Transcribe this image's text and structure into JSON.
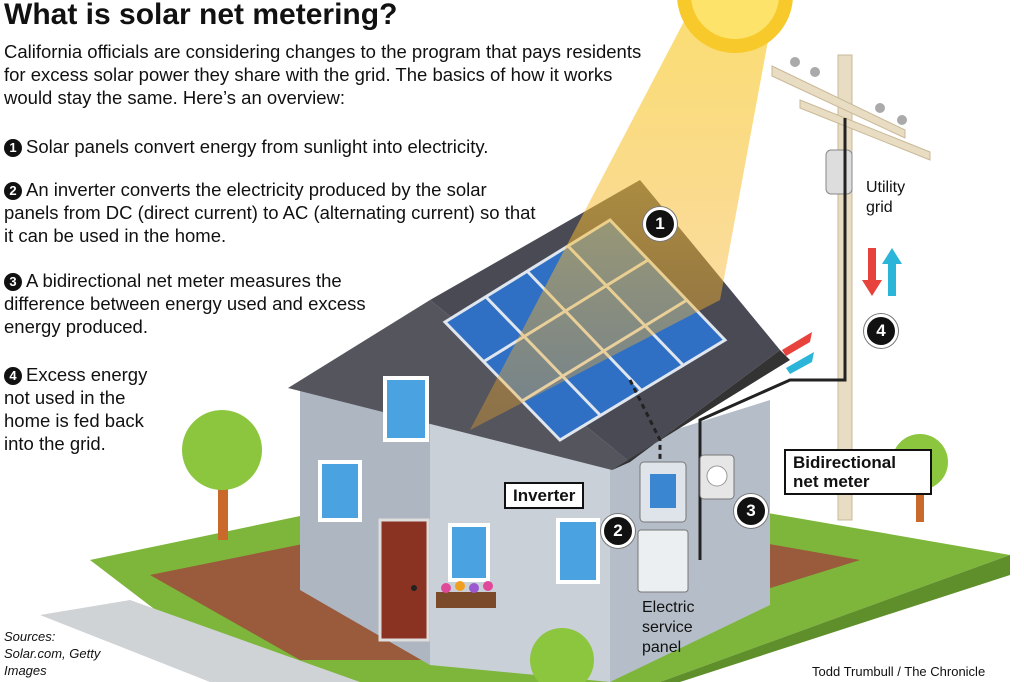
{
  "title": "What is solar net metering?",
  "intro": "California officials are considering changes to the program that pays residents for excess solar power they share with the grid. The basics of how it works would stay the same. Here’s an overview:",
  "steps": [
    {
      "number": "1",
      "text": "Solar panels convert energy from sunlight into electricity."
    },
    {
      "number": "2",
      "text": "An inverter converts the electricity produced by the solar panels from DC (direct current) to AC (alternating current) so that it can be used in the home."
    },
    {
      "number": "3",
      "text": "A bidirectional net meter measures the difference between energy used and excess energy produced."
    },
    {
      "number": "4",
      "text": "Excess energy not used in the home is fed back into the grid."
    }
  ],
  "labels": {
    "utility_grid": "Utility grid",
    "inverter": "Inverter",
    "net_meter": "Bidirectional net meter",
    "service_panel": "Electric service panel"
  },
  "badges": [
    "1",
    "2",
    "3",
    "4"
  ],
  "sources": "Sources: Solar.com, Getty Images",
  "credit": "Todd Trumbull / The Chronicle",
  "colors": {
    "sun": "#f7c92a",
    "grass": "#7db63a",
    "roof": "#4a4a55",
    "house_siding": "#bfc7d0",
    "panel_blue": "#2f6fc4",
    "arrow_red": "#e8423c",
    "arrow_blue": "#2bb5d8",
    "door": "#8a3322"
  },
  "icons": [
    "sun-icon",
    "house-illustration",
    "utility-pole-icon",
    "tree-icon",
    "arrow-up-icon",
    "arrow-down-icon"
  ]
}
